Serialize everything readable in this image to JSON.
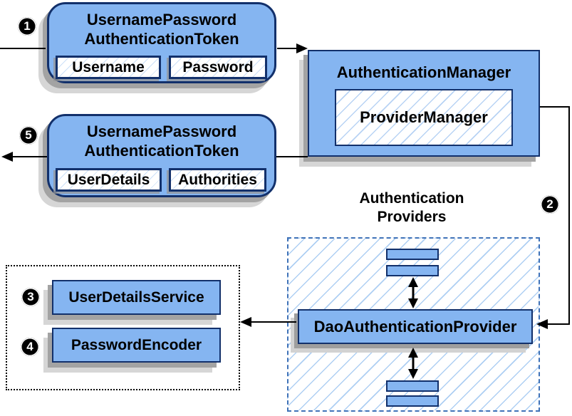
{
  "badges": {
    "step1": "1",
    "step2": "2",
    "step3": "3",
    "step4": "4",
    "step5": "5"
  },
  "request_token": {
    "title1": "UsernamePassword",
    "title2": "AuthenticationToken",
    "field1": "Username",
    "field2": "Password"
  },
  "auth_manager": {
    "title": "AuthenticationManager",
    "provider": "ProviderManager"
  },
  "result_token": {
    "title1": "UsernamePassword",
    "title2": "AuthenticationToken",
    "field1": "UserDetails",
    "field2": "Authorities"
  },
  "providers_group": {
    "title1": "Authentication",
    "title2": "Providers",
    "main_provider": "DaoAuthenticationProvider"
  },
  "services_group": {
    "service1": "UserDetailsService",
    "service2": "PasswordEncoder"
  },
  "colors": {
    "box_fill": "#85b5f1",
    "box_border": "#12306b",
    "hatch_line": "#78afeb",
    "dashed_border": "#3f72b8",
    "shadow_dark": "#a3a3a3",
    "shadow_light": "#d6d6d6",
    "connector": "#000000"
  }
}
